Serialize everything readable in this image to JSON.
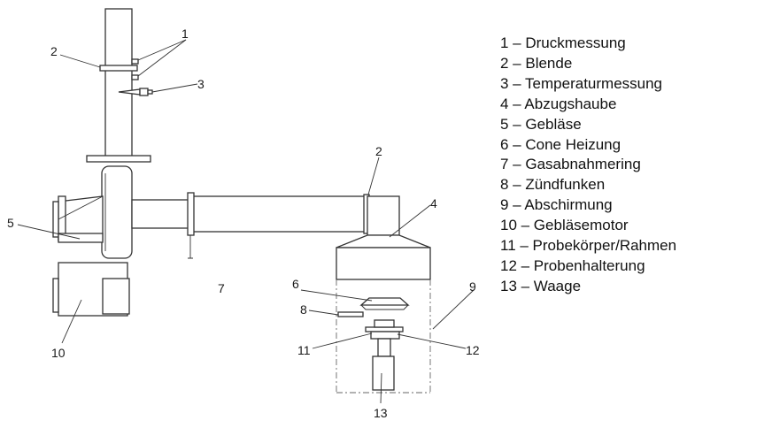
{
  "callouts": {
    "c1": "1",
    "c2a": "2",
    "c2b": "2",
    "c3": "3",
    "c4": "4",
    "c5": "5",
    "c6": "6",
    "c7": "7",
    "c8": "8",
    "c9": "9",
    "c10": "10",
    "c11": "11",
    "c12": "12",
    "c13": "13"
  },
  "legend": [
    "1 – Druckmessung",
    "2 – Blende",
    "3 – Temperaturmessung",
    "4 – Abzugshaube",
    "5 – Gebläse",
    "6 – Cone Heizung",
    "7 – Gasabnahmering",
    "8 – Zündfunken",
    "9 – Abschirmung",
    "10 – Gebläsemotor",
    "11 – Probekörper/Rahmen",
    "12 – Probenhalterung",
    "13 – Waage"
  ]
}
